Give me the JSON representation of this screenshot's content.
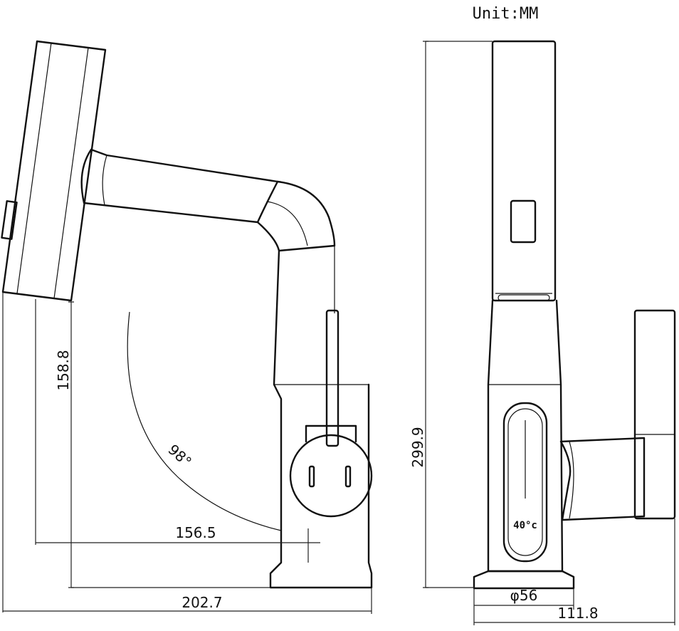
{
  "unit_label": "Unit:MM",
  "dimensions": {
    "lever_height": "158.8",
    "rotation_angle": "98°",
    "spout_reach": "156.5",
    "total_depth": "202.7",
    "total_height": "299.9",
    "base_diameter": "φ56",
    "body_width": "111.8"
  },
  "display_readout": "40°c"
}
